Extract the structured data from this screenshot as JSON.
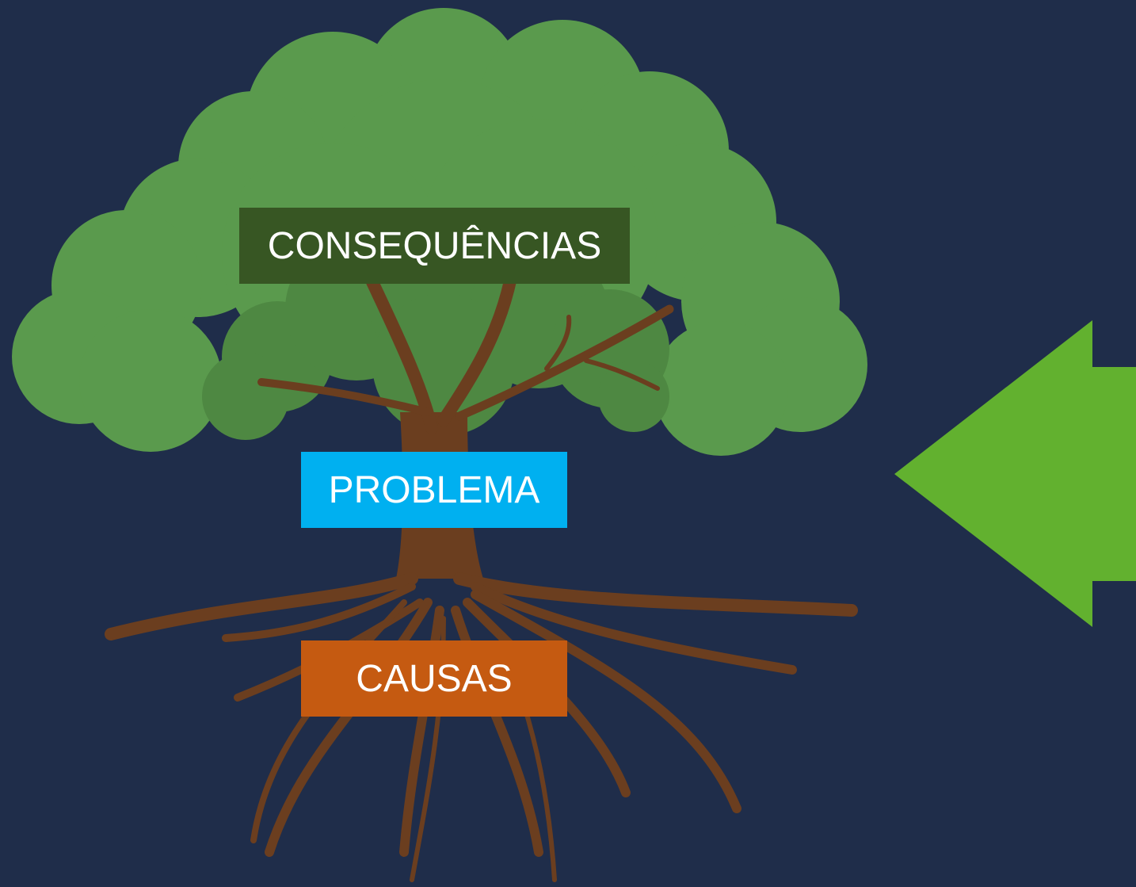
{
  "diagram": {
    "title": "",
    "labels": {
      "consequences": "CONSEQUÊNCIAS",
      "problem": "PROBLEMA",
      "causes": "CAUSAS"
    },
    "edge_glyph": ")"
  },
  "colors": {
    "background": "#1f2d4a",
    "canopy_outer": "#5a9a4d",
    "canopy_inner": "#4e8842",
    "trunk": "#6b3e1f",
    "consequences_box": "#375623",
    "problem_box": "#00b0f0",
    "causes_box": "#c55a11",
    "arrow": "#62b12f"
  },
  "icons": {
    "tree": "tree-illustration",
    "arrow": "left-arrow-icon"
  }
}
